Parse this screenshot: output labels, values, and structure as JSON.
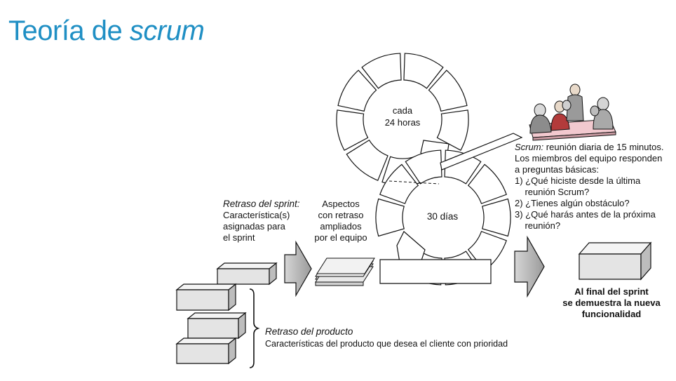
{
  "title": {
    "main": "Teoría de ",
    "emphasis": "scrum"
  },
  "colors": {
    "title": "#1f8fc4",
    "box_front": "#e4e4e4",
    "box_top": "#f4f4f4",
    "box_side": "#bdbdbd",
    "stroke": "#111111"
  },
  "sprint_backlog": {
    "title": "Retraso del sprint:",
    "lines": [
      "Característica(s)",
      "asignadas para",
      "el sprint"
    ]
  },
  "expanded_items": {
    "lines": [
      "Aspectos",
      "con retraso",
      "ampliados",
      "por el equipo"
    ]
  },
  "daily_cycle": {
    "lines": [
      "cada",
      "24 horas"
    ]
  },
  "sprint_cycle": {
    "label": "30 días"
  },
  "scrum_meeting": {
    "title_italic": "Scrum:",
    "title_rest": " reunión diaria de 15 minutos.",
    "lines": [
      "Los miembros del equipo responden",
      "a preguntas básicas:",
      "1) ¿Qué hiciste desde la última",
      "    reunión Scrum?",
      "2) ¿Tienes algún obstáculo?",
      "3) ¿Qué harás antes de la próxima",
      "    reunión?"
    ],
    "icon": "team-meeting-illustration"
  },
  "final_result": {
    "lines": [
      "Al final del sprint",
      "se demuestra la nueva",
      "funcionalidad"
    ]
  },
  "product_backlog": {
    "title": "Retraso del producto",
    "description": "Características del producto que desea el cliente con prioridad"
  }
}
